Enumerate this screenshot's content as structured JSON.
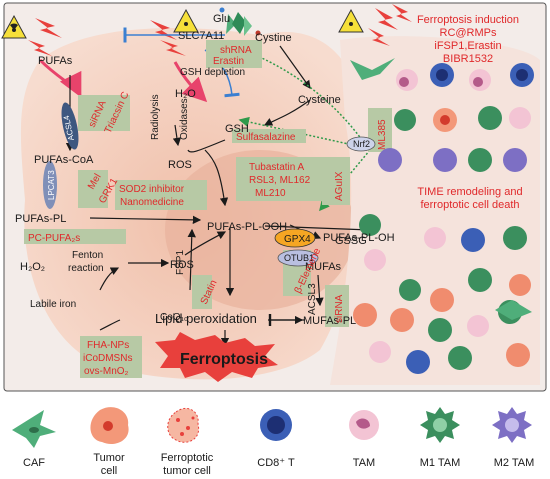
{
  "colors": {
    "red_text": "#e0292b",
    "black_text": "#1a1a1a",
    "green_box": "#b7c9a5",
    "gray_box": "#9b9b9b",
    "bg_pink": "#f6d6c9",
    "bg_core": "#e8b5a1",
    "gpx4": "#f5a623",
    "otub1": "#b9bfe0",
    "blue_arrow": "#3b7fd1",
    "green_dotted": "#2f9a4a",
    "pink_arrow": "#e8436b",
    "ferroptosis_burst": "#e8403c"
  },
  "left": {
    "glu": "Glu",
    "slc7a11": "SLC7A11",
    "cystine": "Cystine",
    "shrna": "shRNA",
    "erastin": "Erastin",
    "gsh_depletion": "GSH depletion",
    "cysteine": "Cysteine",
    "pufas": "PUFAs",
    "acsl4": "ACSL4",
    "sirna1": "siRNA",
    "triacsin": "Triacsin C",
    "h2o": "H₂O",
    "radiolysis": "Radiolysis",
    "oxidases": "Oxidases",
    "gsh": "GSH",
    "sulfasalazine": "Sulfasalazine",
    "nrf2": "Nrf2",
    "ml385": "ML385",
    "pufas_coa": "PUFAs-CoA",
    "lpcat3": "LPCAT3",
    "mel": "Mel",
    "grk1": "GRK1",
    "ros1": "ROS",
    "tubastatin": "Tubastatin A",
    "rsl3": "RSL3, ML162",
    "ml210": "ML210",
    "sod2": "SOD2 inhibitor",
    "nano": "Nanomedicine",
    "aguix": "AGuIX",
    "gpx4": "GPX4",
    "gssg": "GSSG",
    "pufas_pl": "PUFAs-PL",
    "pufas_pl_ooh": "PUFAs-PL-OOH",
    "otub1": "OTUB1",
    "pufas_pl_oh": "PUFAs-PL-OH",
    "pc_pufa": "PC-PUFA₂s",
    "elemene": "β-Elemene",
    "h2o2": "H₂O₂",
    "fenton1": "Fenton",
    "fenton2": "reaction",
    "ros2": "ROS",
    "fsp1": "FSP1",
    "mufas": "MUFAs",
    "acsl3": "ACSL3",
    "sirna2": "siRNA",
    "coq10": "CoQ₁₀",
    "statin": "Statin",
    "labile_iron": "Labile iron",
    "lipid_perox": "Lipid peroxidation",
    "mufas_pl": "MUFAs-PL",
    "fha": "FHA-NPs",
    "icodmsns": "iCoDMSNs",
    "ovs": "ovs-MnO₂",
    "ferroptosis": "Ferroptosis"
  },
  "right": {
    "line1": "Ferroptosis induction",
    "line2": "RC@RMPs",
    "line3": "iFSP1,Erastin",
    "line4": "BIBR1532",
    "line5": "TIME remodeling and",
    "line6": "ferroptotic cell death"
  },
  "legend": [
    {
      "label": "CAF",
      "icon": "caf-icon"
    },
    {
      "label": "Tumor cell",
      "icon": "tumor-cell-icon"
    },
    {
      "label": "Ferroptotic tumor cell",
      "icon": "ferroptotic-cell-icon"
    },
    {
      "label": "CD8⁺ T",
      "icon": "cd8-t-cell-icon"
    },
    {
      "label": "TAM",
      "icon": "tam-icon"
    },
    {
      "label": "M1 TAM",
      "icon": "m1-tam-icon"
    },
    {
      "label": "M2 TAM",
      "icon": "m2-tam-icon"
    }
  ]
}
